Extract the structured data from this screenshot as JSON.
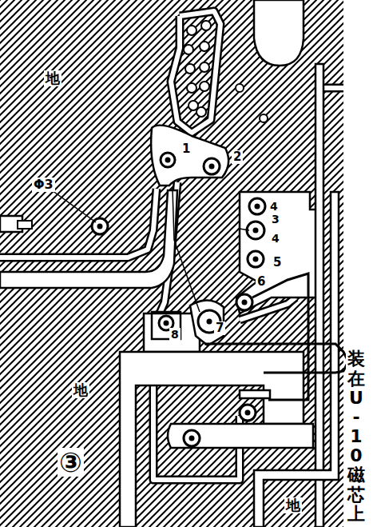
{
  "diagram": {
    "labels": [
      "地",
      "Φ3",
      "1",
      "2",
      "4",
      "3",
      "4",
      "5",
      "6",
      "7",
      "8",
      "装在U-10磁芯上",
      "地",
      "③",
      "地"
    ]
  }
}
